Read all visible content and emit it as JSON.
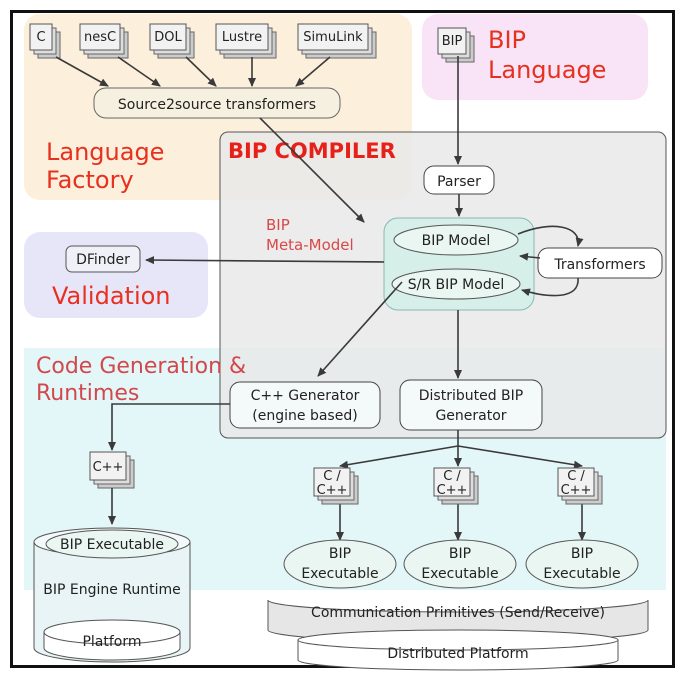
{
  "sources": [
    "C",
    "nesC",
    "DOL",
    "Lustre",
    "SimuLink"
  ],
  "source2source": "Source2source transformers",
  "language_factory": [
    "Language",
    "Factory"
  ],
  "bip_file": "BIP",
  "bip_language": [
    "BIP",
    "Language"
  ],
  "compiler_title": "BIP COMPILER",
  "parser": "Parser",
  "meta_model": [
    "BIP",
    "Meta-Model"
  ],
  "bip_model": "BIP Model",
  "sr_bip_model": "S/R BIP Model",
  "transformers": "Transformers",
  "dfinder": "DFinder",
  "validation": "Validation",
  "codegen": [
    "Code Generation &",
    "Runtimes"
  ],
  "cpp_generator": [
    "C++ Generator",
    "(engine based)"
  ],
  "distributed_generator": [
    "Distributed BIP",
    "Generator"
  ],
  "cpp_file": "C++",
  "c_cpp_file": [
    "C /",
    "C++"
  ],
  "bip_executable": "BIP Executable",
  "bip_engine_runtime": "BIP Engine Runtime",
  "platform": "Platform",
  "executable": [
    "BIP",
    "Executable"
  ],
  "comm_primitives": "Communication Primitives (Send/Receive)",
  "distributed_platform": "Distributed Platform",
  "colors": {
    "language_factory_bg": "#fcefdc",
    "bip_language_bg": "#f8e4f6",
    "validation_bg": "#e6e6f8",
    "compiler_bg": "#e9e9e9",
    "codegen_bg": "#e3f6f8",
    "model_bg": "#d7efe9",
    "arrow": "#3a3a3a",
    "red_text": "#e8301f"
  }
}
